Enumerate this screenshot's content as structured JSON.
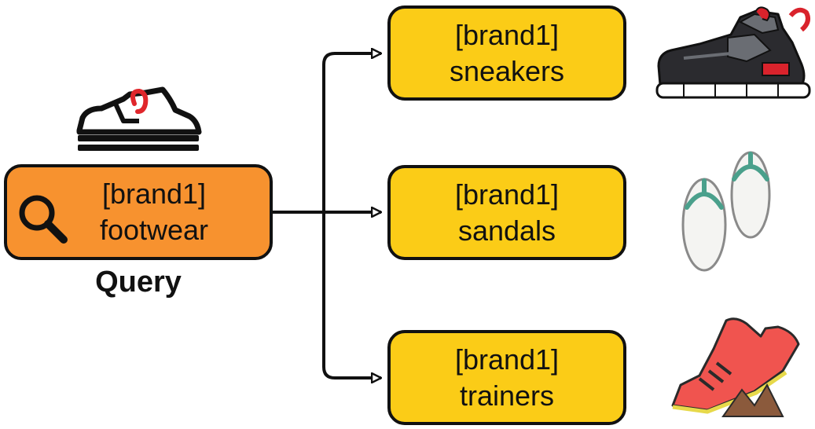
{
  "query": {
    "line1": "[brand1]",
    "line2": "footwear",
    "label": "Query",
    "icon": "search-icon",
    "color": "#F7922F"
  },
  "results": [
    {
      "line1": "[brand1]",
      "line2": "sneakers",
      "icon": "sneaker-icon"
    },
    {
      "line1": "[brand1]",
      "line2": "sandals",
      "icon": "sandals-icon"
    },
    {
      "line1": "[brand1]",
      "line2": "trainers",
      "icon": "running-shoe-icon"
    }
  ],
  "result_color": "#FBCC17",
  "query_shoe_icon": "shoe-outline-icon"
}
